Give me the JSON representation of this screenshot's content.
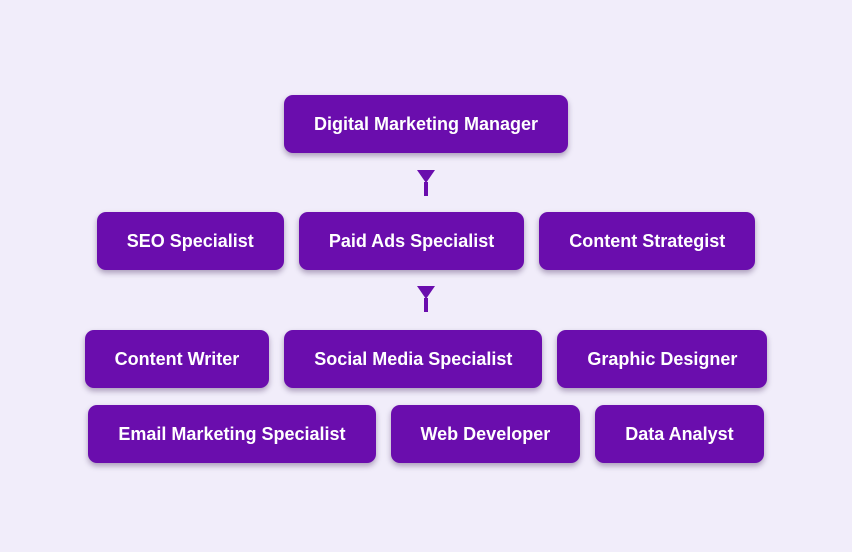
{
  "page": {
    "background_color": "#f1edfa"
  },
  "org_chart": {
    "type": "org-hierarchy-diagram",
    "colors": {
      "node_fill": "#6a0dad",
      "node_text": "#ffffff",
      "connector": "#6a0dad"
    },
    "levels": [
      {
        "nodes": [
          {
            "label": "Digital Marketing Manager"
          }
        ]
      },
      {
        "nodes": [
          {
            "label": "SEO Specialist"
          },
          {
            "label": "Paid Ads Specialist"
          },
          {
            "label": "Content Strategist"
          }
        ]
      },
      {
        "nodes": [
          {
            "label": "Content Writer"
          },
          {
            "label": "Social Media Specialist"
          },
          {
            "label": "Graphic Designer"
          }
        ]
      },
      {
        "nodes": [
          {
            "label": "Email Marketing Specialist"
          },
          {
            "label": "Web Developer"
          },
          {
            "label": "Data Analyst"
          }
        ]
      }
    ],
    "connectors": [
      {
        "from_level": 1,
        "to_level": 2,
        "type": "down-arrow"
      },
      {
        "from_level": 2,
        "to_level": 3,
        "type": "down-arrow"
      }
    ]
  }
}
